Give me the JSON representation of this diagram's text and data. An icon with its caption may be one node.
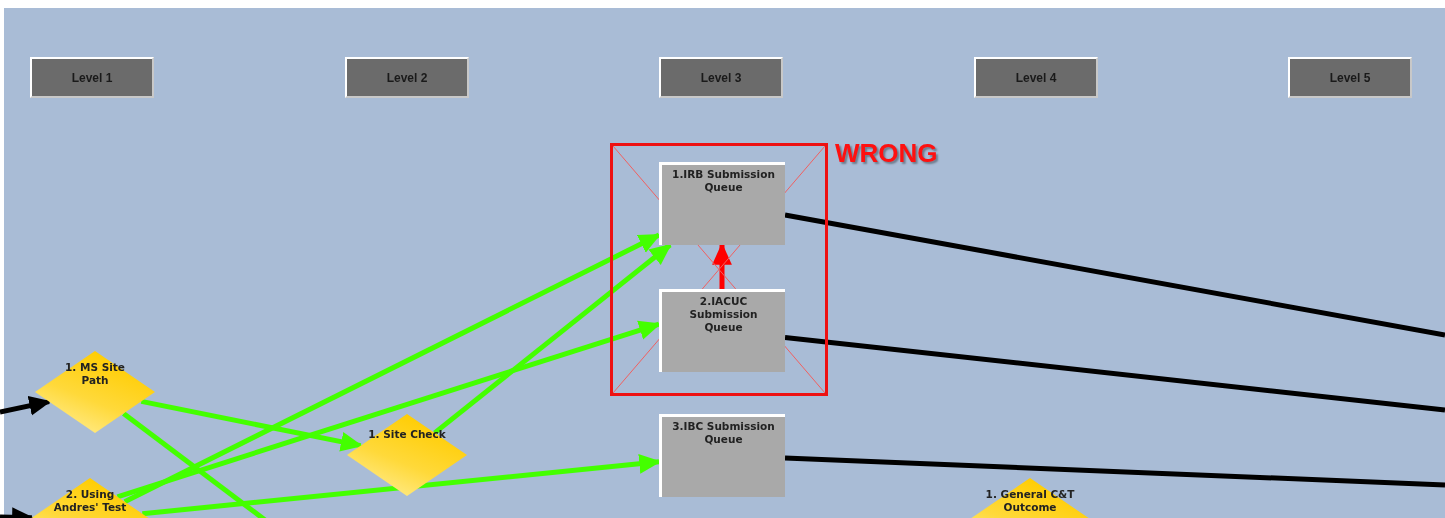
{
  "diagram": {
    "nodes": [
      {
        "text": [
          "Level 1"
        ]
      },
      {
        "text": [
          "Level 2"
        ]
      },
      {
        "text": [
          "Level 3"
        ]
      },
      {
        "text": [
          "Level 4"
        ]
      },
      {
        "text": [
          "Level 5"
        ]
      },
      {
        "text": [
          "WRONG"
        ]
      },
      {
        "text": [
          "1.IRB Submission Queue"
        ],
        "in": 5
      },
      {
        "text": [
          "2.IACUC Submission Queue"
        ],
        "in": 5
      },
      {
        "text": [
          "3.IBC Submission Queue"
        ]
      },
      {
        "text": [
          "1. MS Site Path"
        ]
      },
      {
        "text": [
          "1. Site Check"
        ]
      },
      {
        "text": [
          "2. Using Andres' Test"
        ]
      },
      {
        "text": [
          "1. General C&T Outcome"
        ]
      }
    ],
    "edges": [
      {
        "from": null,
        "to": 9,
        "arrow": "to",
        "color": "#000000"
      },
      {
        "from": null,
        "to": 11,
        "arrow": "to",
        "color": "#000000"
      },
      {
        "from": 9,
        "to": 10,
        "arrow": "to"
      },
      {
        "from": 9,
        "to": null,
        "arrow": "none"
      },
      {
        "from": 10,
        "to": 6,
        "arrow": "to"
      },
      {
        "from": 11,
        "to": 6,
        "arrow": "to"
      },
      {
        "from": 11,
        "to": 7,
        "arrow": "to"
      },
      {
        "from": 11,
        "to": 8,
        "arrow": "to"
      },
      {
        "from": 7,
        "to": 6,
        "arrow": "to",
        "color": "#ff0000"
      },
      {
        "from": 6,
        "to": null,
        "arrow": "none",
        "color": "#000000"
      },
      {
        "from": 7,
        "to": null,
        "arrow": "none",
        "color": "#000000"
      },
      {
        "from": 8,
        "to": null,
        "arrow": "none",
        "color": "#000000"
      }
    ]
  }
}
